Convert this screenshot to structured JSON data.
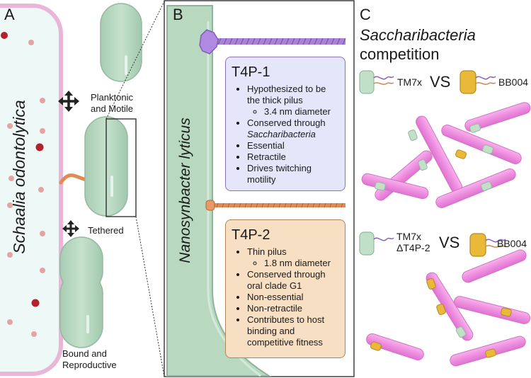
{
  "panel_a": {
    "letter": "A",
    "host_label": "Schaalia odontolytica",
    "state_planktonic": [
      "Planktonic",
      "and Motile"
    ],
    "state_tethered": "Tethered",
    "state_bound": [
      "Bound and",
      "Reproductive"
    ]
  },
  "panel_b": {
    "letter": "B",
    "organism_label": "Nanosynbacter lyticus",
    "t4p1": {
      "title": "T4P-1",
      "bullets": [
        "Hypothesized to be the thick pilus",
        "Conserved through",
        "Essential",
        "Retractile",
        "Drives twitching motility"
      ],
      "sub_bullet": "3.4 nm diameter",
      "conserved_taxon": "Saccharibacteria"
    },
    "t4p2": {
      "title": "T4P-2",
      "bullets": [
        "Thin pilus",
        "Conserved through oral clade G1",
        "Non-essential",
        "Non-retractile",
        "Contributes to host binding and competitive fitness"
      ],
      "sub_bullet": "1.8 nm diameter"
    }
  },
  "panel_c": {
    "letter": "C",
    "title_italic": "Saccharibacteria",
    "title_plain": "competition",
    "row1": {
      "left": "TM7x",
      "vs": "VS",
      "right": "BB004"
    },
    "row2": {
      "left_line1": "TM7x",
      "left_line2": "ΔT4P-2",
      "vs": "VS",
      "right": "BB004"
    }
  },
  "colors": {
    "host_fill": "#eef8f7",
    "host_border": "#e9b6d8",
    "cell_green": "#b8d9c0",
    "pilus_purple": "#a882d6",
    "pilus_orange": "#e08a55",
    "box_blue": "#e6e6fb",
    "box_blue_border": "#8a73b3",
    "box_tan": "#f7dfc3",
    "box_tan_border": "#b0855a",
    "filament_pink": "#ef8ee0",
    "bb004_yellow": "#e9b93a"
  }
}
